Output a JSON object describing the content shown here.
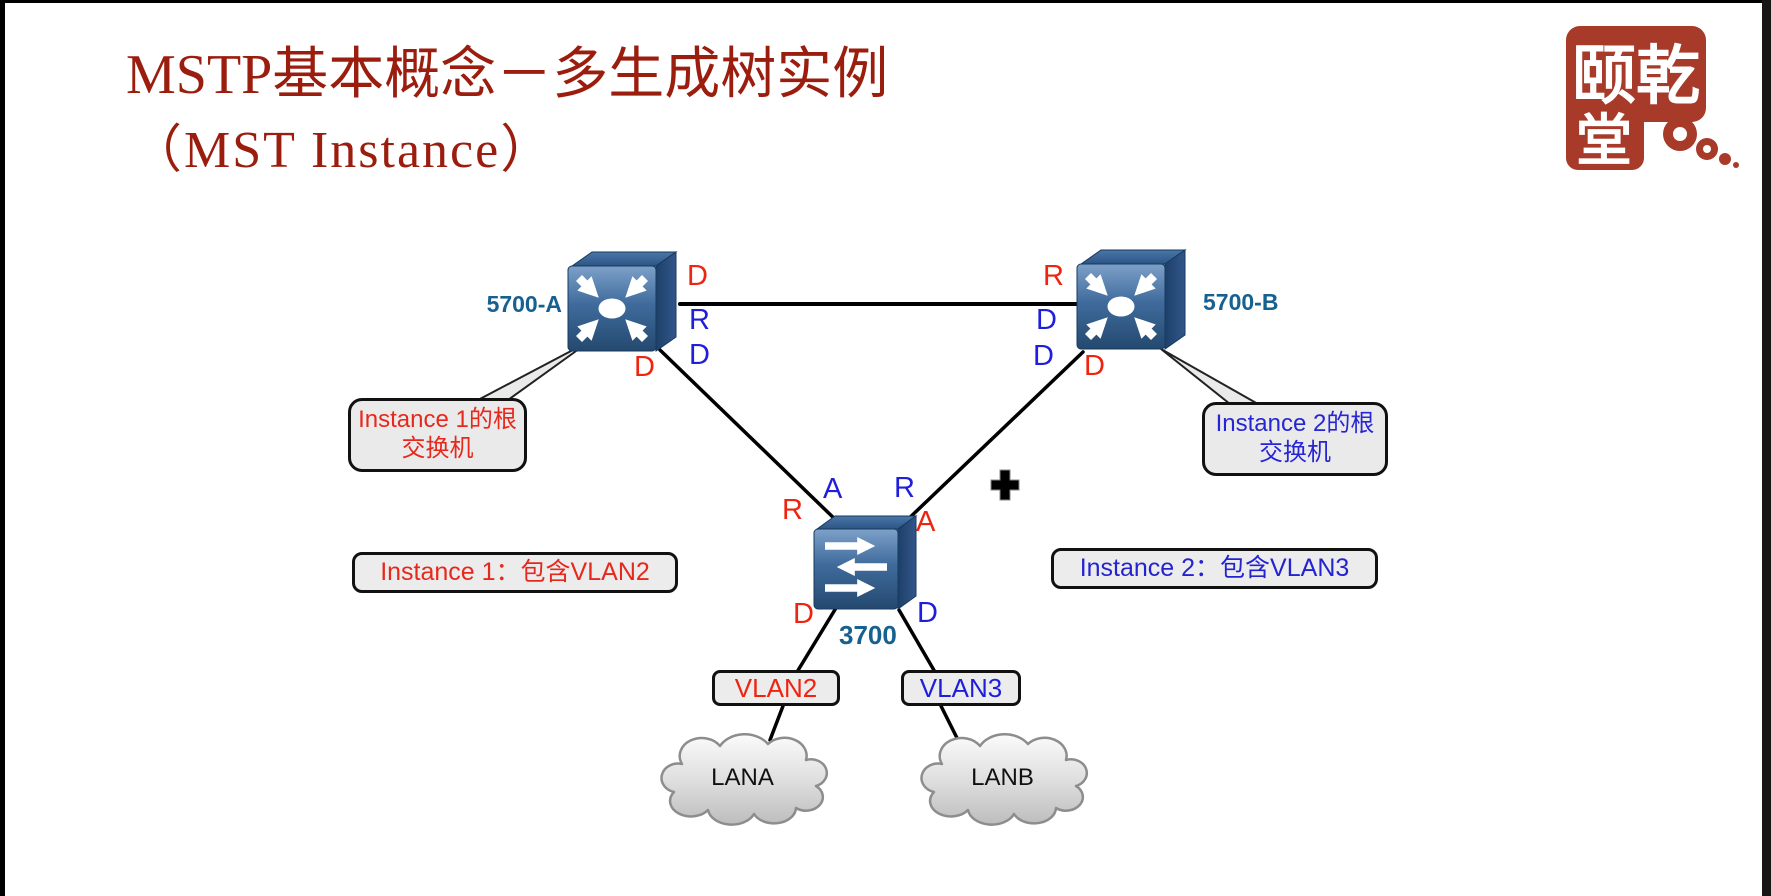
{
  "slide": {
    "title_line1": "MSTP基本概念－多生成树实例",
    "title_line2": "（MST Instance）",
    "title_color": "#9b1d0e"
  },
  "logo": {
    "top_text": "颐乾",
    "bottom_text": "堂",
    "seal_color": "#a83a2a"
  },
  "switches": {
    "a": {
      "label": "5700-A"
    },
    "b": {
      "label": "5700-B"
    },
    "c": {
      "label": "3700"
    }
  },
  "ports": {
    "a_top": "D",
    "a_right_r": "R",
    "a_right_d": "D",
    "a_bottom": "D",
    "b_top": "R",
    "b_left_d1": "D",
    "b_left_d2": "D",
    "b_bottom": "D",
    "c_left_r": "R",
    "c_left_a": "A",
    "c_right_r": "R",
    "c_right_a": "A",
    "c_bottom_left": "D",
    "c_bottom_right": "D"
  },
  "callouts": {
    "instance1_root": {
      "line1": "Instance 1的根",
      "line2": "交换机",
      "color": "#e7281c"
    },
    "instance2_root": {
      "line1": "Instance 2的根",
      "line2": "交换机",
      "color": "#2726d4"
    }
  },
  "instances": {
    "instance1": {
      "text": "Instance 1：包含VLAN2",
      "color": "#e7281c"
    },
    "instance2": {
      "text": "Instance 2：包含VLAN3",
      "color": "#2423d0"
    }
  },
  "vlans": {
    "vlan2": {
      "label": "VLAN2",
      "color": "#ee2411"
    },
    "vlan3": {
      "label": "VLAN3",
      "color": "#1e1edb"
    }
  },
  "clouds": {
    "lana": {
      "label": "LANA"
    },
    "lanb": {
      "label": "LANB"
    }
  },
  "colors": {
    "port_red": "#ee2411",
    "port_blue": "#1e1edb",
    "switch_label_blue": "#16618f",
    "switch_body_blue": "#2a5380",
    "box_fill_gray": "#ececec"
  }
}
